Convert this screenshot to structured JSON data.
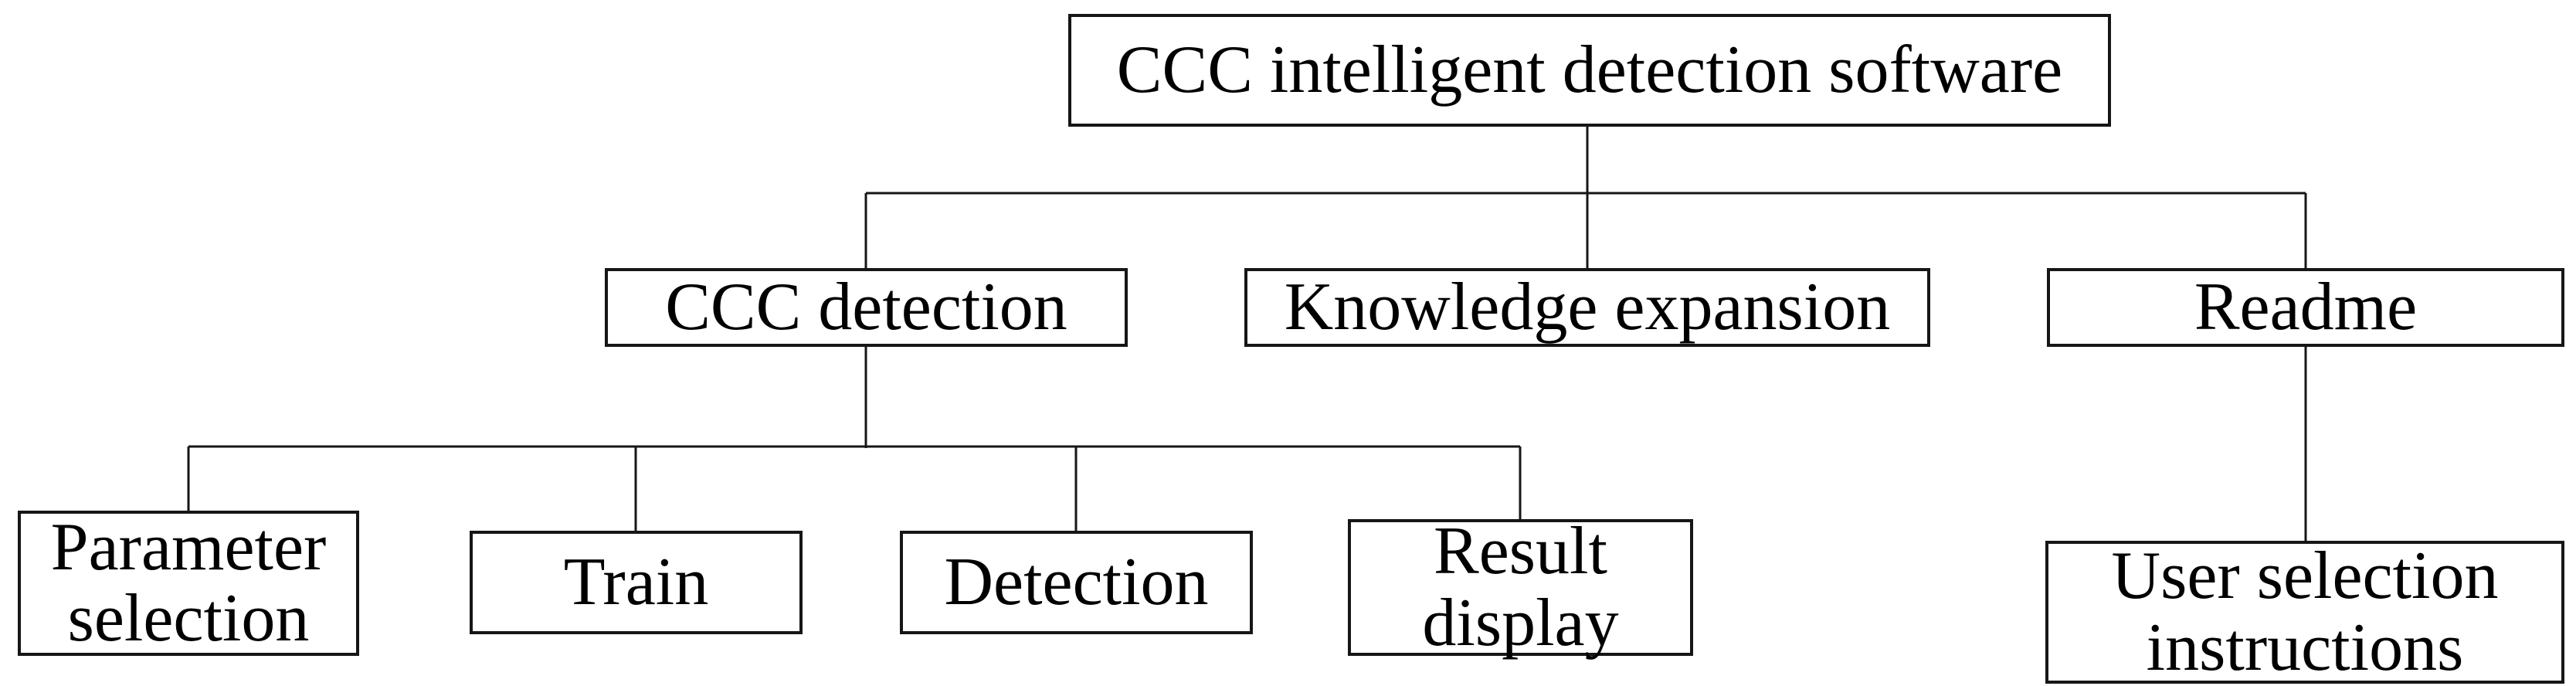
{
  "figure": {
    "type": "tree-diagram",
    "background_color": "#ffffff",
    "line_color": "#161616",
    "text_color": "#000000"
  },
  "nodes": {
    "root": "CCC intelligent detection software",
    "ccc_detection": "CCC detection",
    "knowledge_expansion": "Knowledge expansion",
    "readme": "Readme",
    "parameter_selection": "Parameter selection",
    "train": "Train",
    "detection": "Detection",
    "result_display": "Result display",
    "user_selection_instructions": "User selection instructions"
  },
  "hierarchy": {
    "root": "CCC intelligent detection software",
    "children": [
      {
        "label": "CCC detection",
        "children": [
          "Parameter selection",
          "Train",
          "Detection",
          "Result display"
        ]
      },
      {
        "label": "Knowledge expansion",
        "children": []
      },
      {
        "label": "Readme",
        "children": [
          "User selection instructions"
        ]
      }
    ]
  }
}
